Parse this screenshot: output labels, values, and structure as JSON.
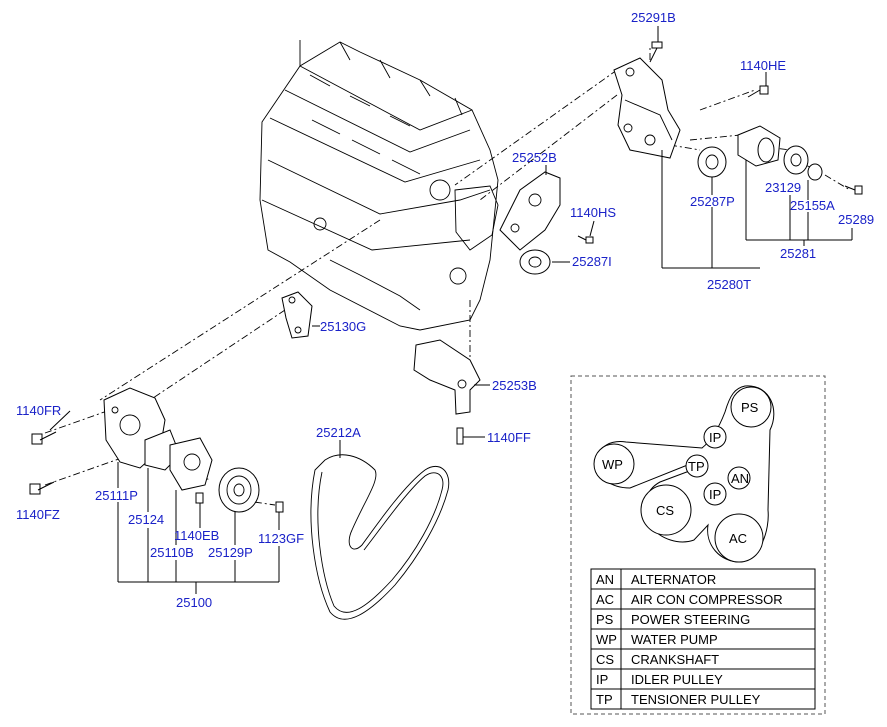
{
  "part_numbers": {
    "p25291B": "25291B",
    "p1140HE": "1140HE",
    "p25252B": "25252B",
    "p1140HS": "1140HS",
    "p25287I": "25287I",
    "p23129": "23129",
    "p25287P": "25287P",
    "p25155A": "25155A",
    "p25289": "25289",
    "p25281": "25281",
    "p25280T": "25280T",
    "p25130G": "25130G",
    "p25253B": "25253B",
    "p1140FF": "1140FF",
    "p1140FR": "1140FR",
    "p25212A": "25212A",
    "p25111P": "25111P",
    "p1140FZ": "1140FZ",
    "p25124": "25124",
    "p1140EB": "1140EB",
    "p1123GF": "1123GF",
    "p25110B": "25110B",
    "p25129P": "25129P",
    "p25100": "25100"
  },
  "belt_routing": {
    "pulleys": {
      "ps": "PS",
      "ip_top": "IP",
      "wp": "WP",
      "tp": "TP",
      "an": "AN",
      "ip_mid": "IP",
      "cs": "CS",
      "ac": "AC"
    },
    "legend": [
      {
        "code": "AN",
        "name": "ALTERNATOR"
      },
      {
        "code": "AC",
        "name": "AIR CON COMPRESSOR"
      },
      {
        "code": "PS",
        "name": "POWER STEERING"
      },
      {
        "code": "WP",
        "name": "WATER PUMP"
      },
      {
        "code": "CS",
        "name": "CRANKSHAFT"
      },
      {
        "code": "IP",
        "name": "IDLER PULLEY"
      },
      {
        "code": "TP",
        "name": "TENSIONER PULLEY"
      }
    ]
  }
}
